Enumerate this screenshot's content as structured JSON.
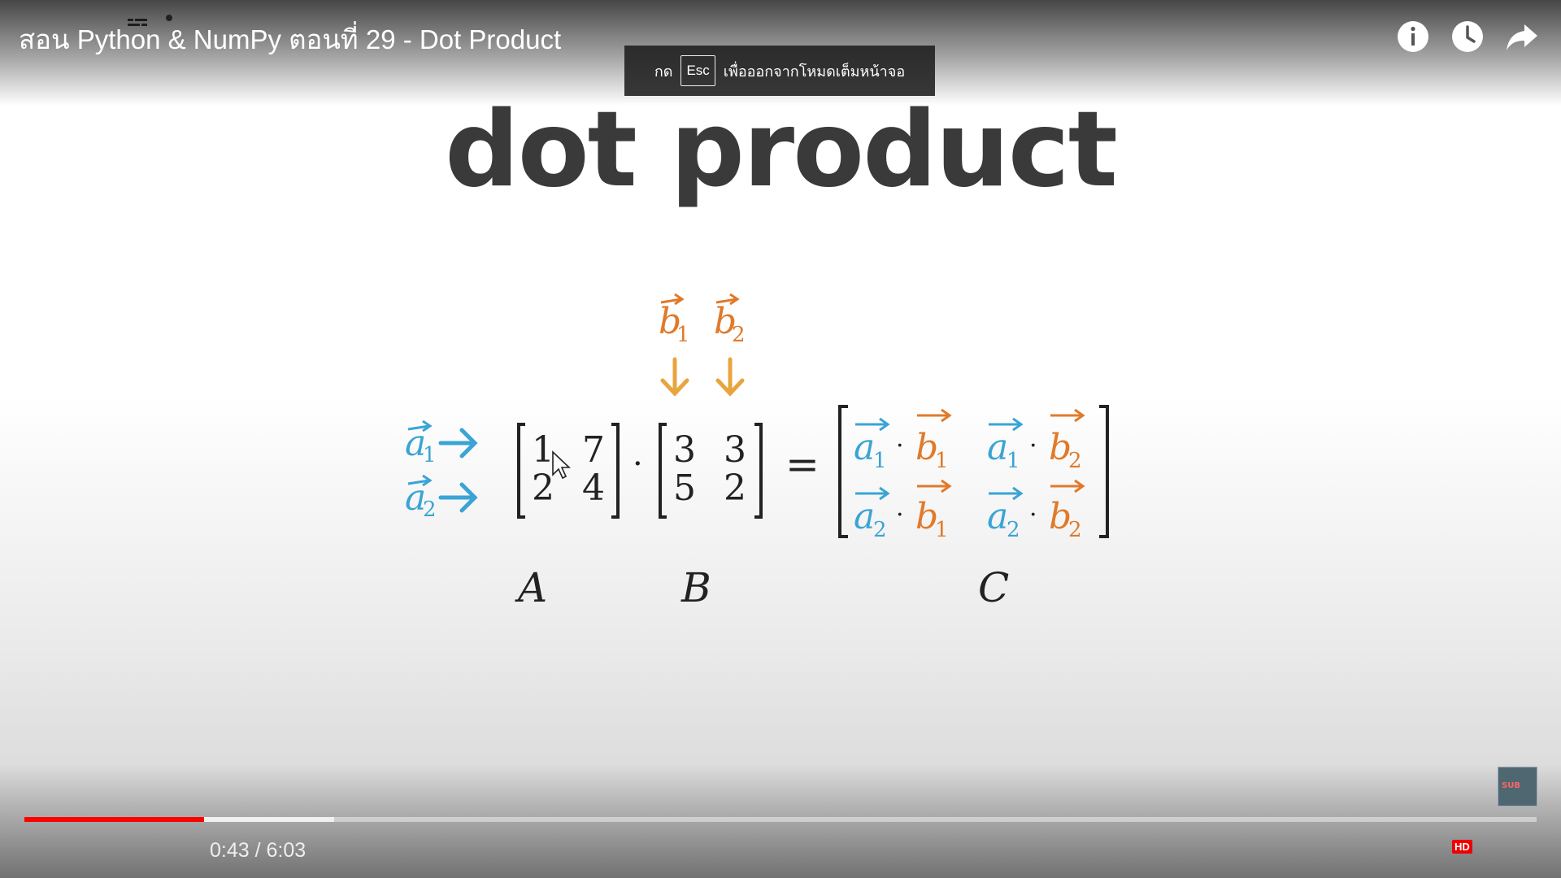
{
  "window": {
    "title": "สอน Python & NumPy ตอนที่ 29 - Dot Product"
  },
  "fullscreen_notice": {
    "prefix": "กด",
    "key": "Esc",
    "suffix": "เพื่อออกจากโหมดเต็มหน้าจอ"
  },
  "slide": {
    "heading": "dot product",
    "matrix_a": [
      [
        "1",
        "7"
      ],
      [
        "2",
        "4"
      ]
    ],
    "matrix_b": [
      [
        "3",
        "3"
      ],
      [
        "5",
        "2"
      ]
    ],
    "label_a": "A",
    "label_b": "B",
    "label_c": "C",
    "dot": "·",
    "equals": "=",
    "vec_a": "a",
    "vec_b": "b",
    "sub1": "1",
    "sub2": "2",
    "colors": {
      "a_vectors": "#3aa4d4",
      "b_vectors": "#e07a2a",
      "b_arrows": "#e8a53e",
      "text": "#222222"
    }
  },
  "player": {
    "time_current": "0:43",
    "time_separator": " / ",
    "time_total": "6:03",
    "progress_played": 0.119,
    "progress_buffered": 0.205,
    "hd_badge": "HD",
    "sub_thumb_label": "SUB",
    "colors": {
      "progress": "#ff0000"
    }
  },
  "icons": [
    "info-icon",
    "watch-later-icon",
    "share-icon",
    "play-icon",
    "next-icon",
    "volume-icon",
    "chevron-down-icon",
    "subtitles-icon",
    "settings-icon",
    "exit-fullscreen-icon",
    "cursor-icon"
  ]
}
